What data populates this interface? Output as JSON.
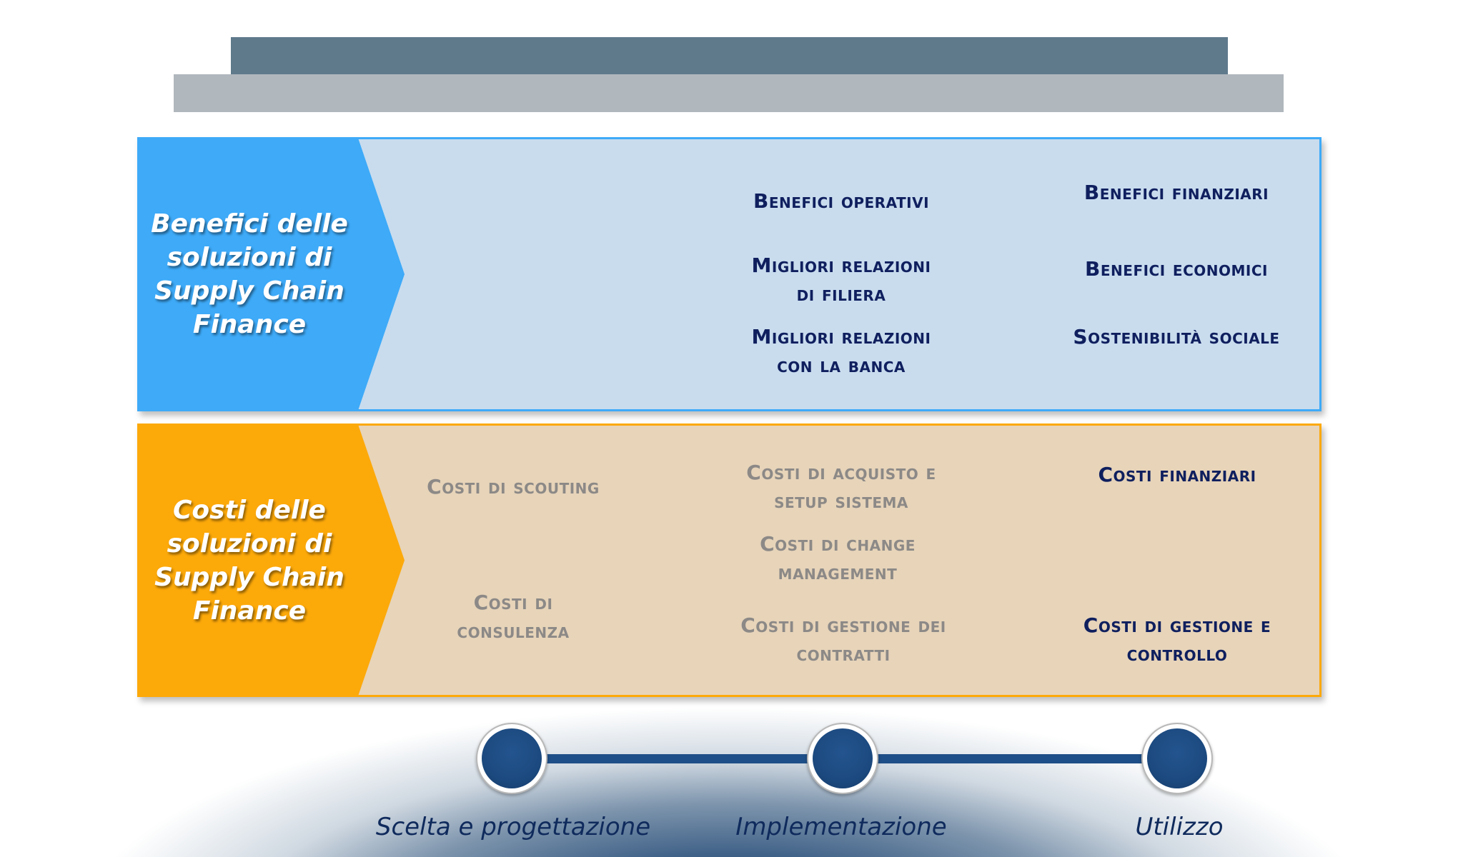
{
  "colors": {
    "header_dark": "#5e7a8b",
    "header_light": "#b0b7bd",
    "benefits_accent": "#3eaaf8",
    "benefits_fill": "#c8dcee",
    "costs_accent": "#fca90a",
    "costs_fill": "#e7d4b9",
    "text_dark": "#0f1f5e",
    "text_gray": "#8c8987",
    "timeline": "#1f4f88"
  },
  "benefits": {
    "title": "Benefici delle soluzioni di Supply Chain Finance",
    "title_lines": [
      "Benefici delle",
      "soluzioni di",
      "Supply Chain",
      "Finance"
    ],
    "columns": {
      "design": [],
      "implementation": [
        {
          "lines": [
            "Benefici operativi"
          ]
        },
        {
          "lines": [
            "Migliori relazioni",
            "di filiera"
          ]
        },
        {
          "lines": [
            "Migliori relazioni",
            "con la banca"
          ]
        }
      ],
      "usage": [
        {
          "lines": [
            "Benefici finanziari"
          ]
        },
        {
          "lines": [
            "Benefici economici"
          ]
        },
        {
          "lines": [
            "Sostenibilità sociale"
          ]
        }
      ]
    }
  },
  "costs": {
    "title": "Costi delle soluzioni di Supply Chain Finance",
    "title_lines": [
      "Costi delle",
      "soluzioni di",
      "Supply Chain",
      "Finance"
    ],
    "columns": {
      "design": [
        {
          "lines": [
            "Costi di scouting"
          ],
          "emphasis": "muted"
        },
        {
          "lines": [
            "Costi di",
            "consulenza"
          ],
          "emphasis": "muted"
        }
      ],
      "implementation": [
        {
          "lines": [
            "Costi di acquisto e",
            "setup sistema"
          ],
          "emphasis": "muted"
        },
        {
          "lines": [
            "Costi di change",
            "management"
          ],
          "emphasis": "muted"
        },
        {
          "lines": [
            "Costi di gestione dei",
            "contratti"
          ],
          "emphasis": "muted"
        }
      ],
      "usage": [
        {
          "lines": [
            "Costi finanziari"
          ],
          "emphasis": "strong"
        },
        {
          "lines": [
            "Costi di gestione e",
            "controllo"
          ],
          "emphasis": "strong"
        }
      ]
    }
  },
  "timeline": {
    "phases": [
      {
        "label": "Scelta e progettazione"
      },
      {
        "label": "Implementazione"
      },
      {
        "label": "Utilizzo"
      }
    ]
  }
}
